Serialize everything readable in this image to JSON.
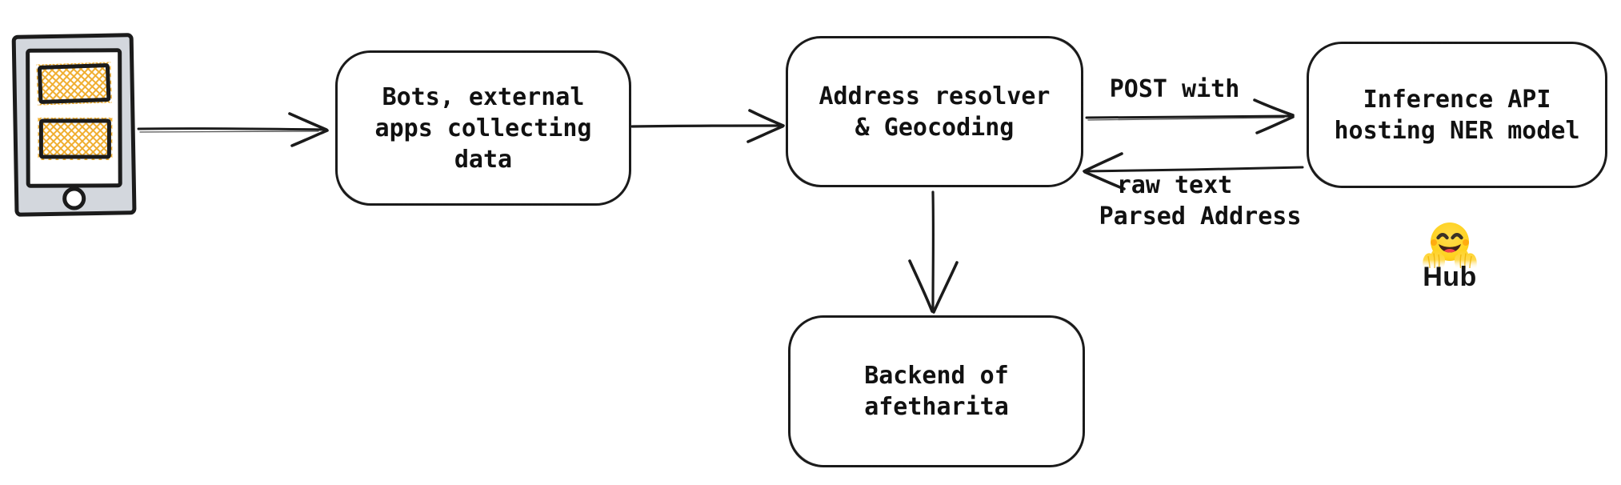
{
  "nodes": {
    "bots": {
      "lines": [
        "Bots, external",
        "apps collecting",
        "data"
      ]
    },
    "resolver": {
      "lines": [
        "Address resolver",
        "& Geocoding"
      ]
    },
    "inference": {
      "lines": [
        "Inference API",
        "hosting NER model"
      ]
    },
    "backend": {
      "lines": [
        "Backend of",
        "afetharita"
      ]
    }
  },
  "edges": {
    "post_label_line1": "POST with",
    "post_label_line2": "raw text",
    "parsed_label": "Parsed Address"
  },
  "hub": {
    "label": "Hub"
  },
  "icons": {
    "phone": "mobile-phone-sketch-icon",
    "hub": "hugging-face-emoji-icon"
  },
  "colors": {
    "stroke": "#1b1b1b",
    "text": "#111111",
    "phone_frame": "#d3d7dd",
    "crosshatch_yellow": "#f0ad2d",
    "hf_yellow": "#ffd21e",
    "hf_cheek": "#ff8a00",
    "hf_mouth": "#40201a",
    "hf_tongue": "#f4434b"
  }
}
